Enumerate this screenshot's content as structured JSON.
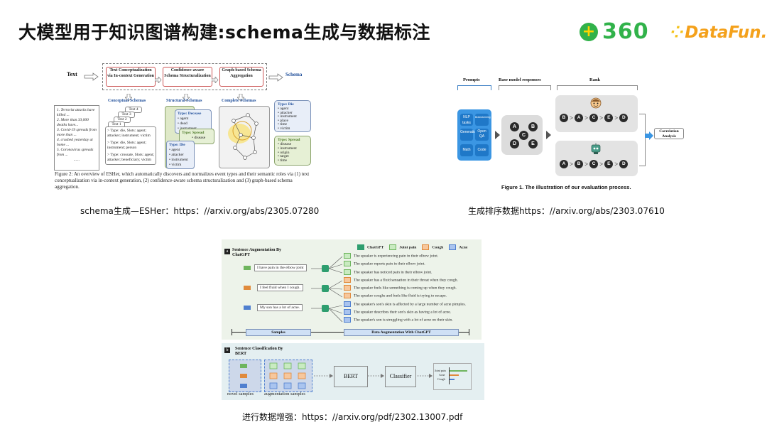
{
  "slide": {
    "title": "大模型用于知识图谱构建:schema生成与数据标注"
  },
  "logos": {
    "brand_360_badge": "+",
    "brand_360_text": "360",
    "datafun_dots": "⁘",
    "datafun_text": "DataFun."
  },
  "figure1": {
    "text_label": "Text",
    "schema_label": "Schema",
    "stage1": "Text Conceptualization via In-context Generation",
    "stage2": "Confidence-aware Schema Structuralization",
    "stage3": "Graph-based Schema Aggregation",
    "col1_title": "Conceptual Schemas",
    "col2_title": "Structural Schemas",
    "col3_title": "Complete Schemas",
    "text_items": [
      "1. Terrorist attacks have killed ...",
      "2. More than 33,000 deaths have...",
      "3. Covid-19 spreads from more than ...",
      "4. crushed yesterday at home ...",
      "5. Coronavirus spreads from ..."
    ],
    "text_ellipsis": "......",
    "tests": [
      "Test 4",
      "Test 3",
      "Test 2",
      "Test 1"
    ],
    "test_types": [
      "> Type: die, Slots: agent; attacker; instrument; victim",
      "> Type: die, Slots: agent; instrument; person",
      "> Type: crossate, Slots: agent; attacker; beneficiary; victim"
    ],
    "struct_decease_title": "Type: Decease",
    "struct_decease_items": [
      "agent",
      "dead",
      "instrument"
    ],
    "struct_spread_title": "Type: Spread",
    "struct_spread_items": [
      "disease"
    ],
    "struct_die_title": "Type: Die",
    "struct_die_items": [
      "agent",
      "attacker",
      "instrument",
      "victim"
    ],
    "complete_die_title": "Type: Die",
    "complete_die_items": [
      "agent",
      "attacker",
      "instrument",
      "place",
      "time",
      "victim"
    ],
    "complete_spread_title": "Type: Spread",
    "complete_spread_items": [
      "disease",
      "instrument",
      "origin",
      "target",
      "time"
    ],
    "caption": "Figure 2: An overview of ESHer, which automatically discovers and normalizes event types and their semantic roles via (1) text conceptualization via in-context generation, (2) confidence-aware schema structuralization and (3) graph-based schema aggregation.",
    "link": "schema生成—ESHer：https：//arxiv.org/abs/2305.07280"
  },
  "figure2": {
    "col_prompts": "Prompts",
    "col_responses": "Base model responses",
    "col_rank": "Rank",
    "prompt_tiles": [
      "NLP tasks",
      "Brainstorming",
      "Generation",
      "Open QA",
      "Math",
      "Code"
    ],
    "nodes": [
      "A",
      "B",
      "C",
      "D",
      "E"
    ],
    "rank_rows": [
      [
        "B",
        "A",
        "C",
        "E",
        "D"
      ],
      [
        "A",
        "B",
        "C",
        "E",
        "D"
      ]
    ],
    "rank_sep": ">",
    "correlation": "Correlation Analysis",
    "caption": "Figure 1. The illustration of our evaluation process.",
    "link": "生成排序数据https：//arxiv.org/abs/2303.07610"
  },
  "figure3": {
    "panel_a_letter": "a",
    "panel_a_title": "Sentence Augmentation By ChatGPT",
    "legend": [
      {
        "label": "ChatGPT",
        "color": "#2e9e6f"
      },
      {
        "label": "Joint pain",
        "color": "#9ad38a"
      },
      {
        "label": "Cough",
        "color": "#f0a35a"
      },
      {
        "label": "Acne",
        "color": "#5b8fd6"
      }
    ],
    "inputs": [
      "I have pain in the elbow joint",
      "I feel fluid when I cough.",
      "My son has a lot of acne."
    ],
    "outputs": [
      "The speaker is experiencing pain in their elbow joint.",
      "The speaker reports pain in their elbow joint.",
      "The speaker has noticed pain in their elbow joint.",
      "The speaker has a fluid sensation in their throat when they cough.",
      "The speaker feels like something is coming up when they cough.",
      "The speaker coughs and feels like fluid is trying to escape.",
      "The speaker's son's skin is affected by a large number of acne pimples.",
      "The speaker describes their son's skin as having a lot of acne.",
      "The speaker's son is struggling with a lot of acne on their skin."
    ],
    "bar_samples": "Samples",
    "bar_augmentation": "Data Augmentation With ChatGPT",
    "panel_b_letter": "b",
    "panel_b_title": "Sentence Classification By BERT",
    "novel_label": "novel samples",
    "aug_label": "augmentation samples",
    "bert_label": "BERT",
    "classifier_label": "Classifier",
    "result_labels": [
      "Joint pain",
      "Acne",
      "Cough"
    ],
    "link": "进行数据增强：https：//arxiv.org/pdf/2302.13007.pdf"
  }
}
